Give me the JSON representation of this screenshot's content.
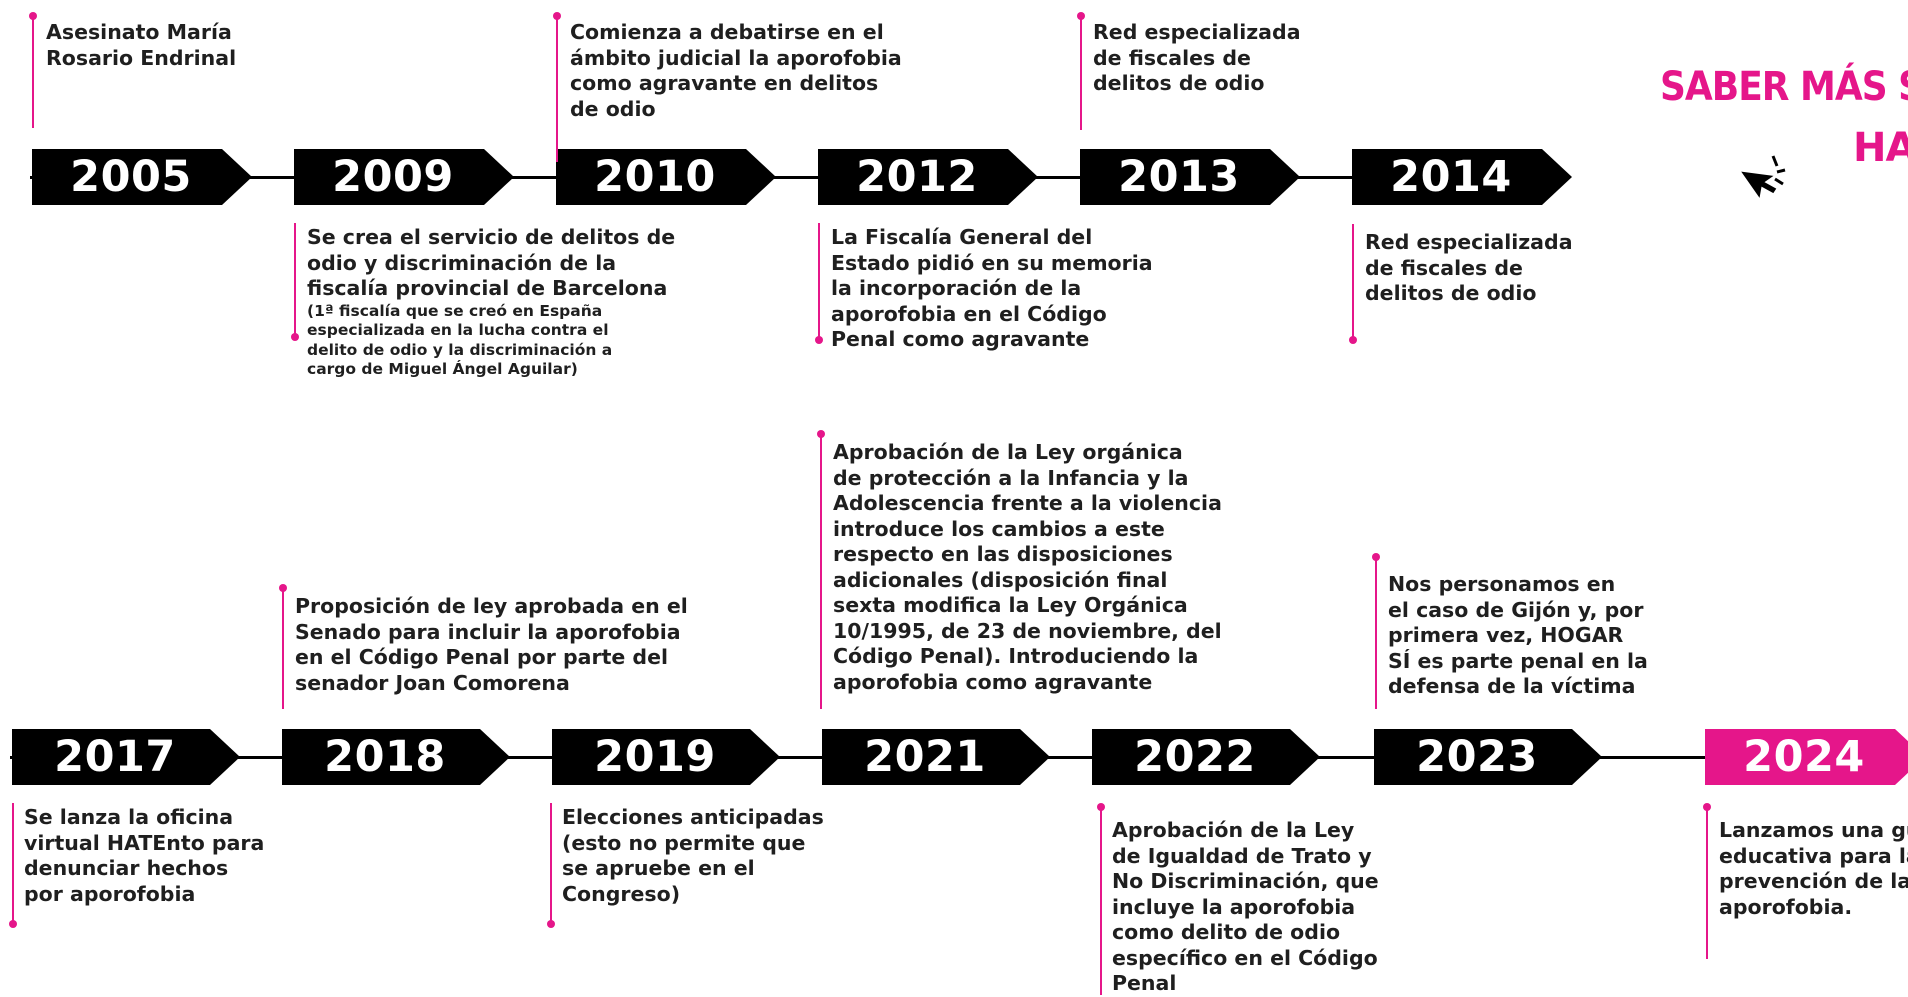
{
  "promo": {
    "line1": "SABER MÁS S",
    "line2": "HAT",
    "icon": "cursor-click-icon"
  },
  "colors": {
    "accent": "#e5168a",
    "arrow": "#000000"
  },
  "years": [
    {
      "key": "y2005",
      "label": "2005"
    },
    {
      "key": "y2009",
      "label": "2009"
    },
    {
      "key": "y2010",
      "label": "2010"
    },
    {
      "key": "y2012",
      "label": "2012"
    },
    {
      "key": "y2013",
      "label": "2013"
    },
    {
      "key": "y2014",
      "label": "2014"
    },
    {
      "key": "y2017",
      "label": "2017"
    },
    {
      "key": "y2018",
      "label": "2018"
    },
    {
      "key": "y2019",
      "label": "2019"
    },
    {
      "key": "y2021",
      "label": "2021"
    },
    {
      "key": "y2022",
      "label": "2022"
    },
    {
      "key": "y2023",
      "label": "2023"
    },
    {
      "key": "y2024",
      "label": "2024",
      "highlight": true
    }
  ],
  "events": {
    "e2005": "Asesinato María\nRosario Endrinal",
    "e2009": "Se crea el servicio de delitos de\nodio y discriminación de la\nfiscalía provincial de Barcelona",
    "e2009_note": "(1ª fiscalía que se creó en España\nespecializada en la lucha contra el\ndelito de odio y la discriminación a\ncargo de Miguel Ángel Aguilar)",
    "e2010": "Comienza a debatirse en el\námbito judicial la aporofobia\ncomo agravante en delitos\nde odio",
    "e2012": "La Fiscalía General del\nEstado pidió en su memoria\nla incorporación de la\naporofobia en el Código\nPenal como agravante",
    "e2013": "Red especializada\nde fiscales de\ndelitos de odio",
    "e2014": "Red especializada\nde fiscales de\ndelitos de odio",
    "e2017": "Se lanza la oficina\nvirtual HATEnto para\ndenunciar hechos\npor aporofobia",
    "e2018": "Proposición de ley aprobada en el\nSenado para incluir la aporofobia\nen el Código Penal por parte del\nsenador Joan Comorena",
    "e2019": "Elecciones anticipadas\n(esto no permite que\nse apruebe en el\nCongreso)",
    "e2021": "Aprobación de la Ley orgánica\nde protección a la Infancia y la\nAdolescencia frente a la violencia\nintroduce los cambios a este\nrespecto en las disposiciones\nadicionales (disposición final\nsexta modifica la Ley Orgánica\n10/1995, de 23 de noviembre, del\nCódigo Penal). Introduciendo la\naporofobia como agravante",
    "e2022": "Aprobación de la Ley\nde Igualdad de Trato y\nNo Discriminación, que\nincluye la aporofobia\ncomo delito de odio\nespecífico en el Código\nPenal",
    "e2023": "Nos personamos en\nel caso de Gijón y, por\nprimera vez, HOGAR\nSÍ es parte penal en la\ndefensa de la víctima",
    "e2024": "Lanzamos una guía\neducativa para la\nprevención de la\naporofobia."
  }
}
